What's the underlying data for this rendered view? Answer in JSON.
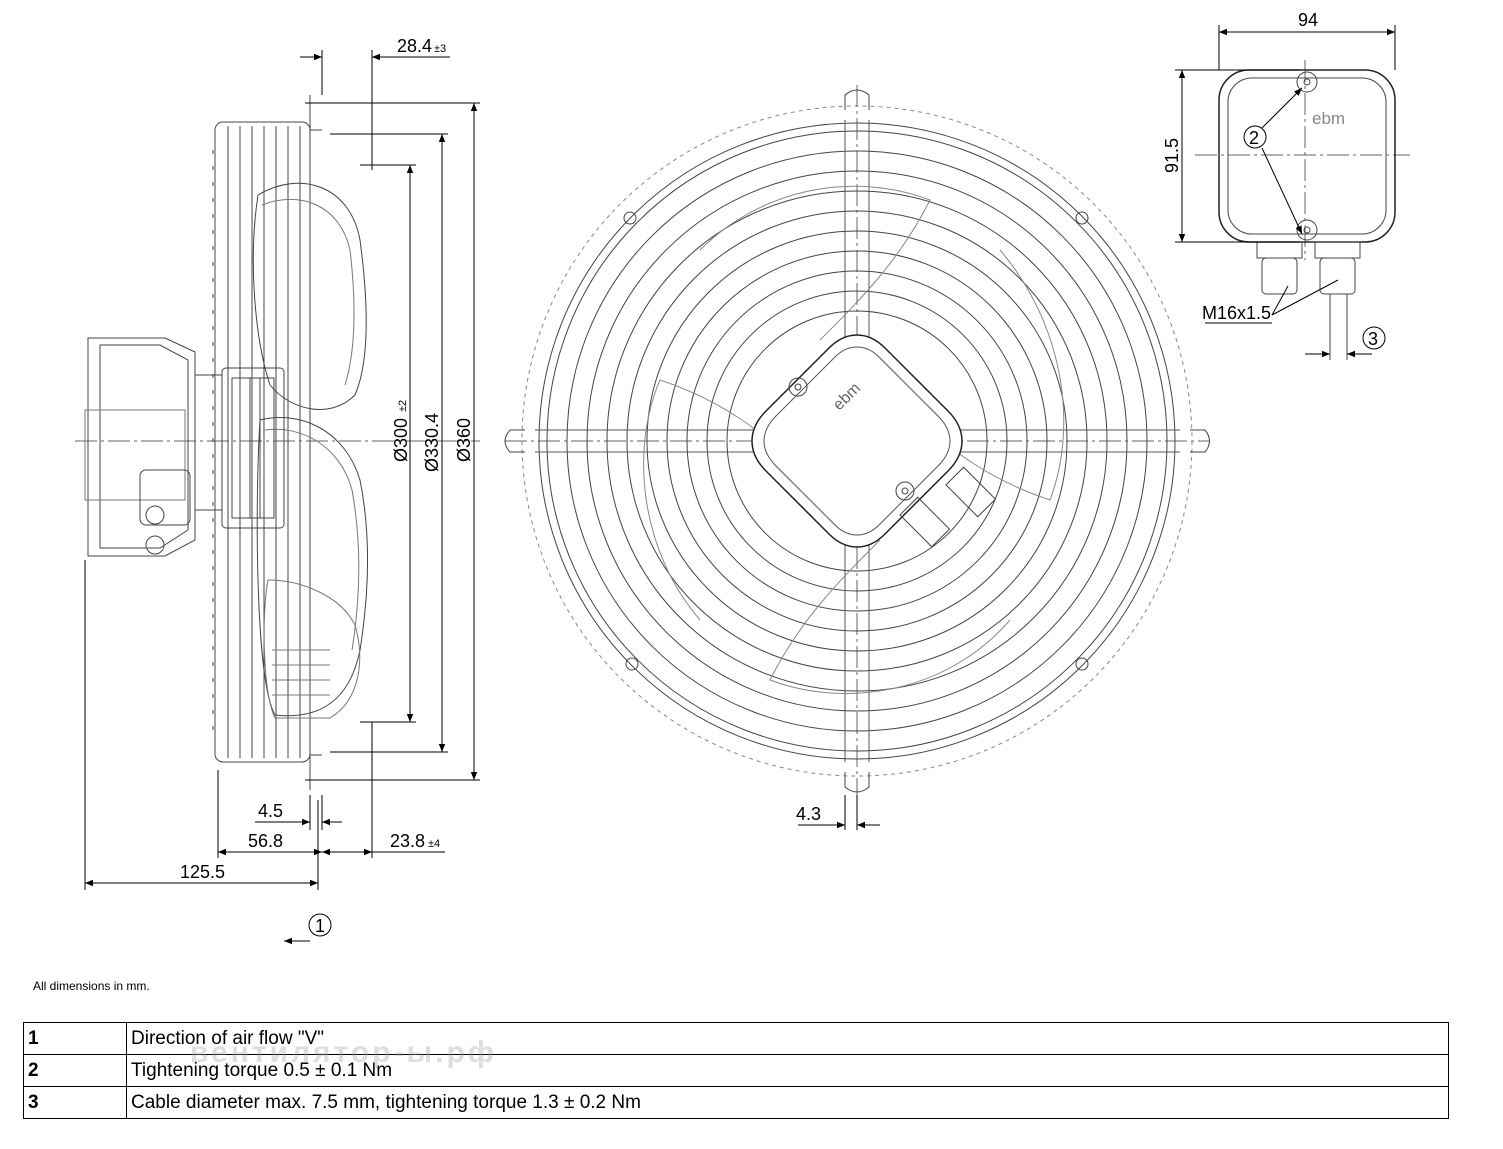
{
  "dimensions": {
    "d_28_4": "28.4",
    "d_28_4_tol": "±3",
    "d_300": "Ø300",
    "d_300_tol": "±2",
    "d_330_4": "Ø330.4",
    "d_360": "Ø360",
    "d_4_5": "4.5",
    "d_56_8": "56.8",
    "d_23_8": "23.8",
    "d_23_8_tol": "±4",
    "d_125_5": "125.5",
    "d_4_3": "4.3",
    "d_94": "94",
    "d_91_5": "91.5",
    "d_m16": "M16x1.5"
  },
  "callouts": {
    "c1": "1",
    "c2": "2",
    "c3": "3"
  },
  "brand": "ebm",
  "note": "All dimensions in mm.",
  "legend": [
    {
      "num": "1",
      "text": "Direction of air flow \"V\""
    },
    {
      "num": "2",
      "text": "Tightening torque 0.5 ± 0.1 Nm"
    },
    {
      "num": "3",
      "text": "Cable diameter max. 7.5 mm, tightening torque 1.3 ± 0.2 Nm"
    }
  ],
  "watermark": "вентилятор-ы.рф"
}
